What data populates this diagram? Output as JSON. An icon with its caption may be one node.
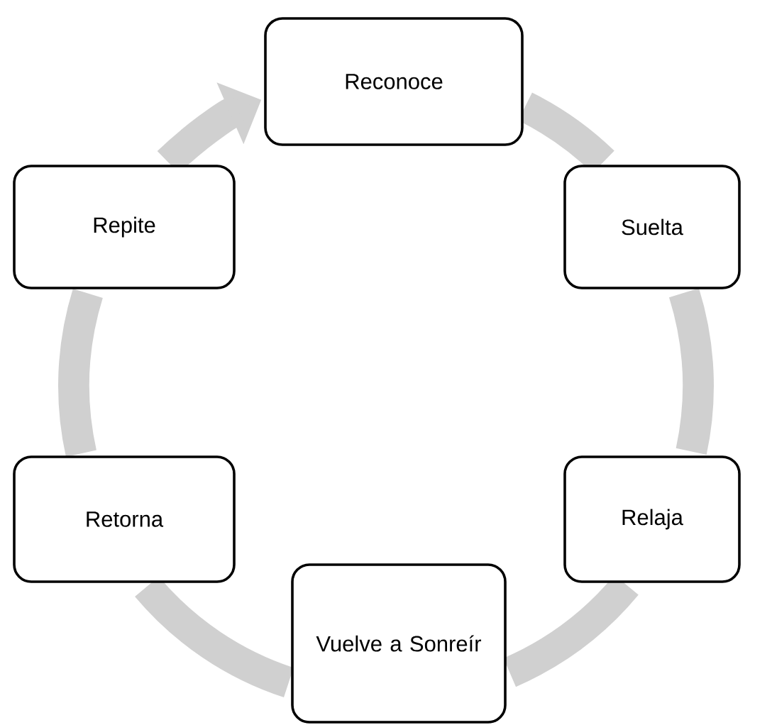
{
  "diagram": {
    "nodes": [
      {
        "text": [
          "Reconoce"
        ]
      },
      {
        "text": [
          "Suelta"
        ]
      },
      {
        "text": [
          "Relaja"
        ]
      },
      {
        "text": [
          "Vuelve a Sonreír"
        ]
      },
      {
        "text": [
          "Retorna"
        ]
      },
      {
        "text": [
          "Repite"
        ]
      }
    ],
    "edges": [
      {
        "from": 0,
        "to": 1,
        "arrow": "none"
      },
      {
        "from": 1,
        "to": 2,
        "arrow": "none"
      },
      {
        "from": 2,
        "to": 3,
        "arrow": "none"
      },
      {
        "from": 3,
        "to": 4,
        "arrow": "none"
      },
      {
        "from": 4,
        "to": 5,
        "arrow": "none"
      },
      {
        "from": 5,
        "to": 0,
        "arrow": "to"
      }
    ]
  }
}
